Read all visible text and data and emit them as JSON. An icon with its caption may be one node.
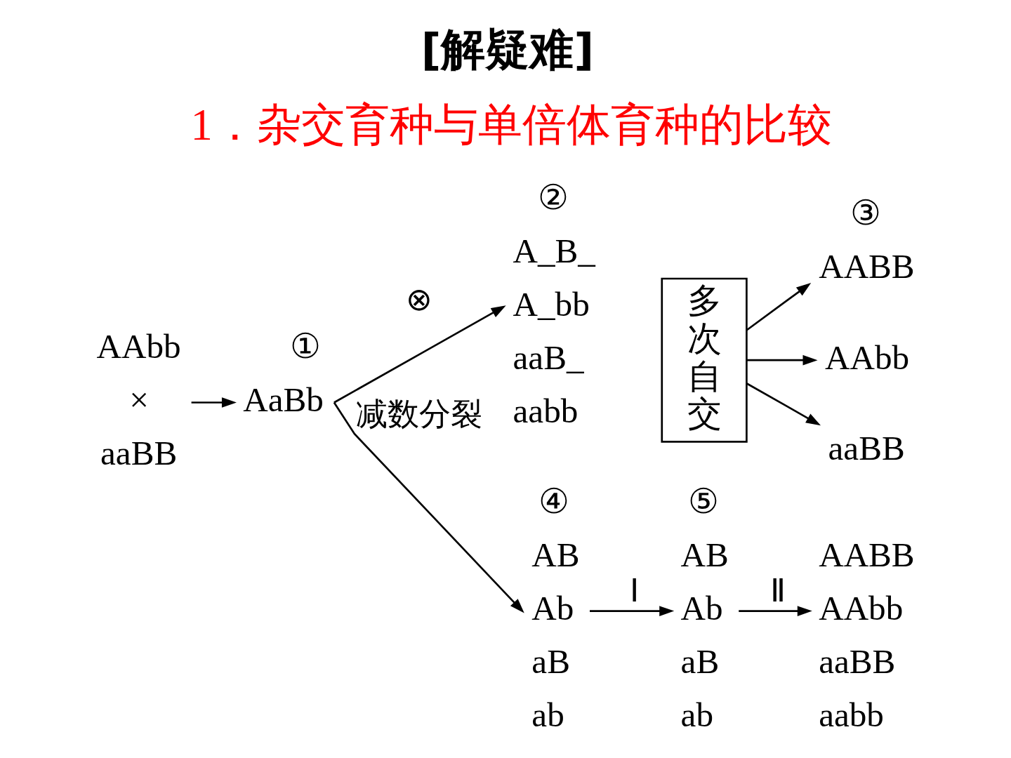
{
  "diagram": {
    "title": "[解疑难]",
    "caption": "1．杂交育种与单倍体育种的比较",
    "nodes": [
      {
        "text": [
          "AAbb",
          "×",
          "aaBB"
        ]
      },
      {
        "text": [
          "AaBb"
        ],
        "beside": [
          "①"
        ]
      },
      {
        "text": [
          "A_B_",
          "A_bb",
          "aaB_",
          "aabb"
        ],
        "beside": [
          "②"
        ]
      },
      {
        "text": [
          "多次自交"
        ]
      },
      {
        "text": [
          "AABB"
        ],
        "beside": [
          "③"
        ]
      },
      {
        "text": [
          "AAbb"
        ]
      },
      {
        "text": [
          "aaBB"
        ]
      },
      {
        "text": [
          "AB",
          "Ab",
          "aB",
          "ab"
        ],
        "beside": [
          "④"
        ]
      },
      {
        "text": [
          "AB",
          "Ab",
          "aB",
          "ab"
        ],
        "beside": [
          "⑤"
        ]
      },
      {
        "text": [
          "AABB",
          "AAbb",
          "aaBB",
          "aabb"
        ]
      }
    ],
    "edges": [
      {
        "from": 0,
        "to": 1,
        "arrow": "to"
      },
      {
        "from": 1,
        "to": 2,
        "arrow": "to",
        "label": "⊗"
      },
      {
        "from": 3,
        "to": 4,
        "arrow": "to"
      },
      {
        "from": 3,
        "to": 5,
        "arrow": "to"
      },
      {
        "from": 3,
        "to": 6,
        "arrow": "to"
      },
      {
        "from": 1,
        "to": 7,
        "arrow": "to",
        "label": "减数分裂"
      },
      {
        "from": 7,
        "to": 8,
        "arrow": "to",
        "label": "Ⅰ"
      },
      {
        "from": 8,
        "to": 9,
        "arrow": "to",
        "label": "Ⅱ"
      }
    ]
  }
}
